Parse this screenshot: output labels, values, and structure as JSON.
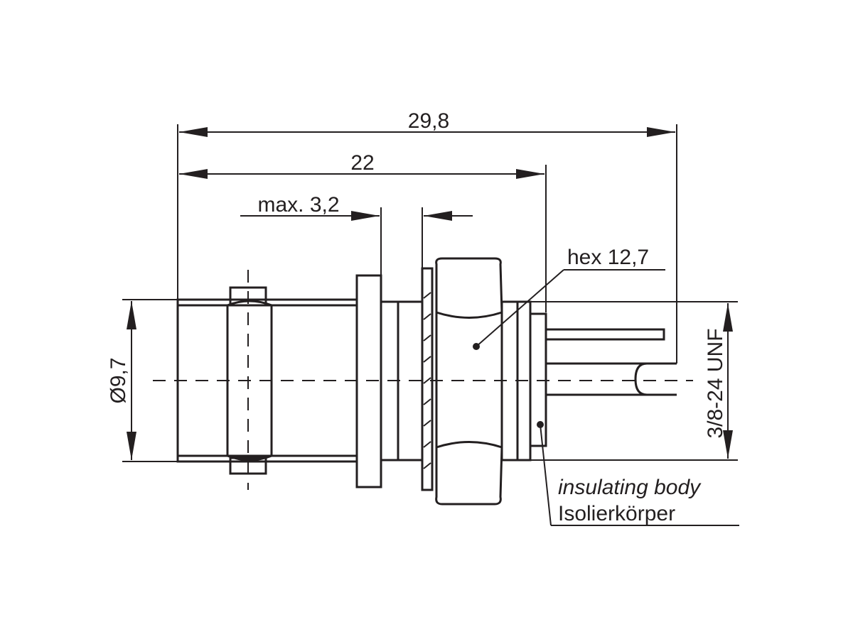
{
  "dimensions": {
    "overall_length": "29,8",
    "body_length": "22",
    "panel_thickness": "max. 3,2",
    "hex_size": "hex 12,7",
    "diameter": "Ø9,7",
    "thread": "3/8-24 UNF"
  },
  "callouts": {
    "insulating_body_en": "insulating body",
    "insulating_body_de": "Isolierkörper"
  }
}
